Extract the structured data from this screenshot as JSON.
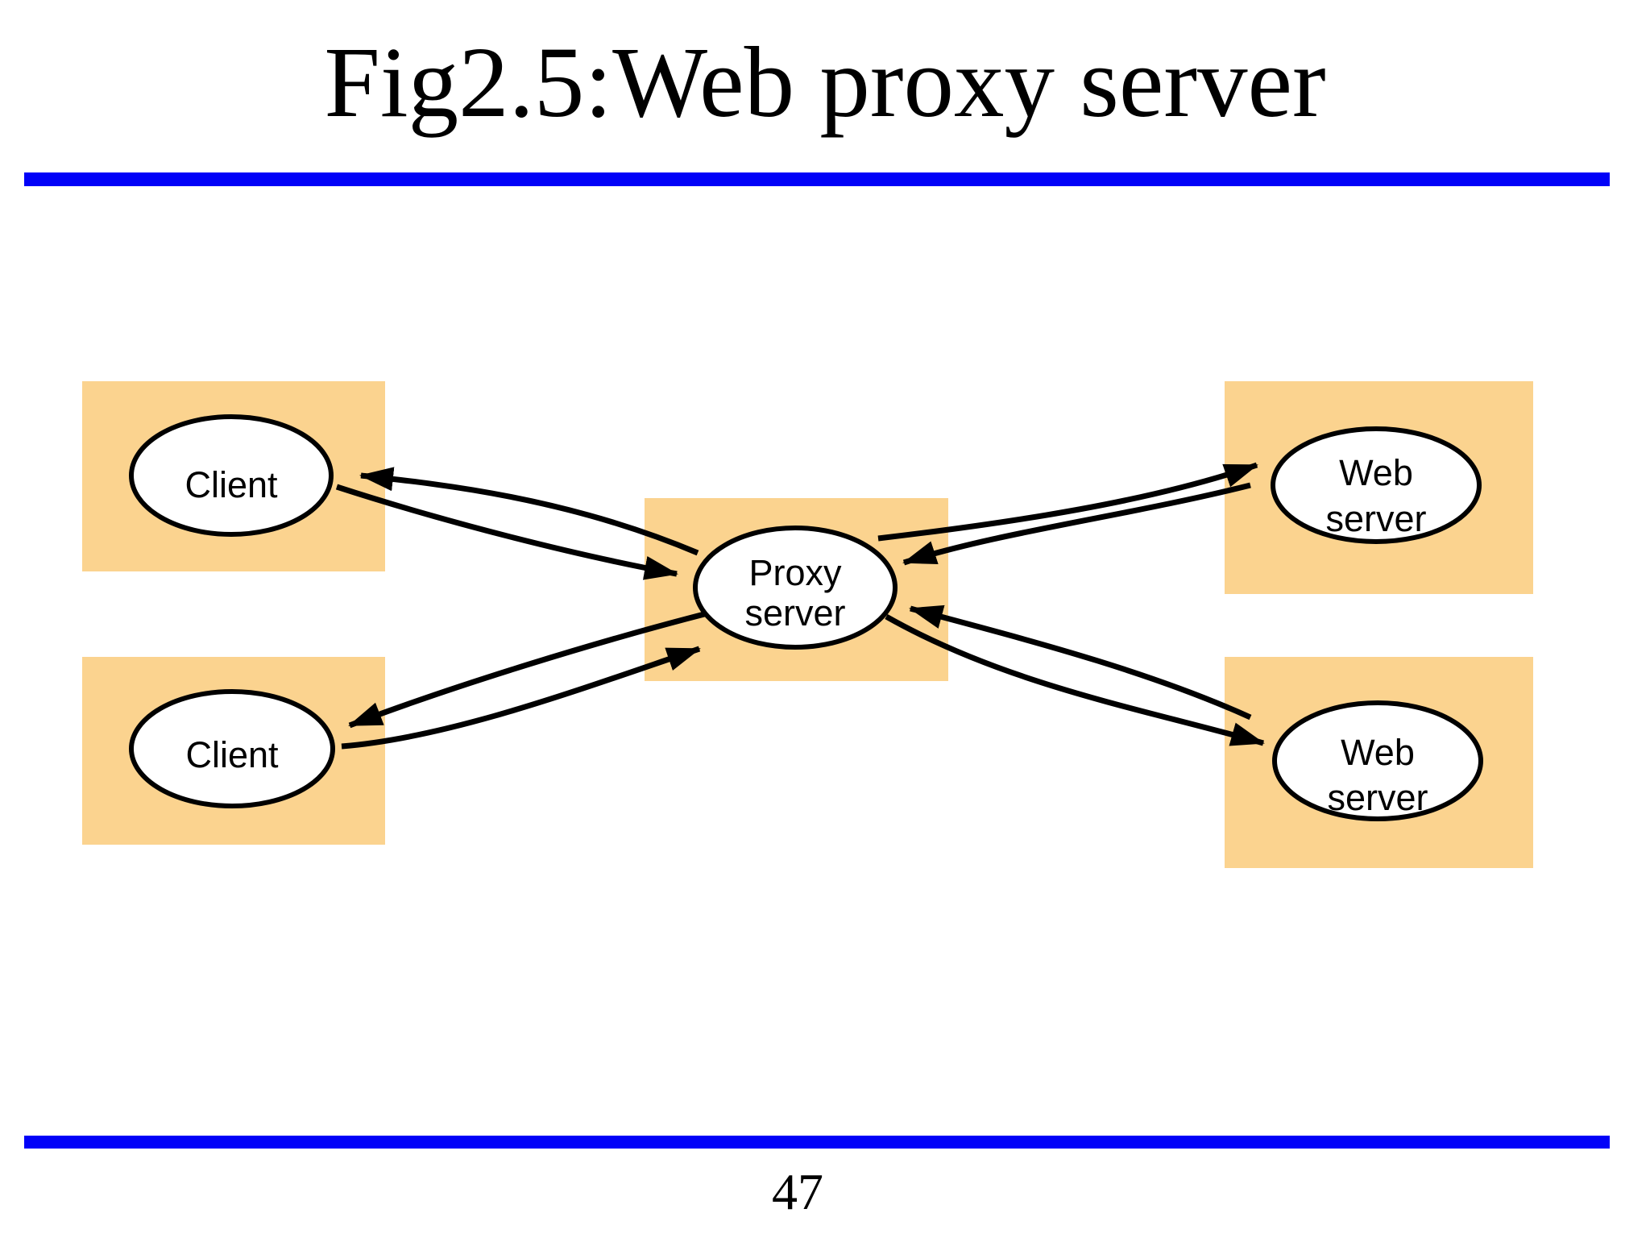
{
  "slide": {
    "title": "Fig2.5:Web proxy server",
    "page_number": "47"
  },
  "colors": {
    "background": "#FFFFFF",
    "divider_blue": "#0202F8",
    "panel_orange": "#FBD38F",
    "node_fill": "#FFFFFF",
    "outline_black": "#000000"
  },
  "diagram": {
    "nodes": [
      {
        "id": "client-1",
        "shape": "ellipse",
        "label": "Client"
      },
      {
        "id": "client-2",
        "shape": "ellipse",
        "label": "Client"
      },
      {
        "id": "proxy-server",
        "shape": "ellipse",
        "label_line1": "Proxy",
        "label_line2": "server"
      },
      {
        "id": "web-server-1",
        "shape": "ellipse",
        "label_line1": "Web",
        "label_line2": "server"
      },
      {
        "id": "web-server-2",
        "shape": "ellipse",
        "label_line1": "Web",
        "label_line2": "server"
      }
    ],
    "edges": [
      {
        "from": "client-1",
        "to": "proxy-server"
      },
      {
        "from": "proxy-server",
        "to": "client-1"
      },
      {
        "from": "client-2",
        "to": "proxy-server"
      },
      {
        "from": "proxy-server",
        "to": "client-2"
      },
      {
        "from": "proxy-server",
        "to": "web-server-1"
      },
      {
        "from": "web-server-1",
        "to": "proxy-server"
      },
      {
        "from": "proxy-server",
        "to": "web-server-2"
      },
      {
        "from": "web-server-2",
        "to": "proxy-server"
      }
    ]
  }
}
